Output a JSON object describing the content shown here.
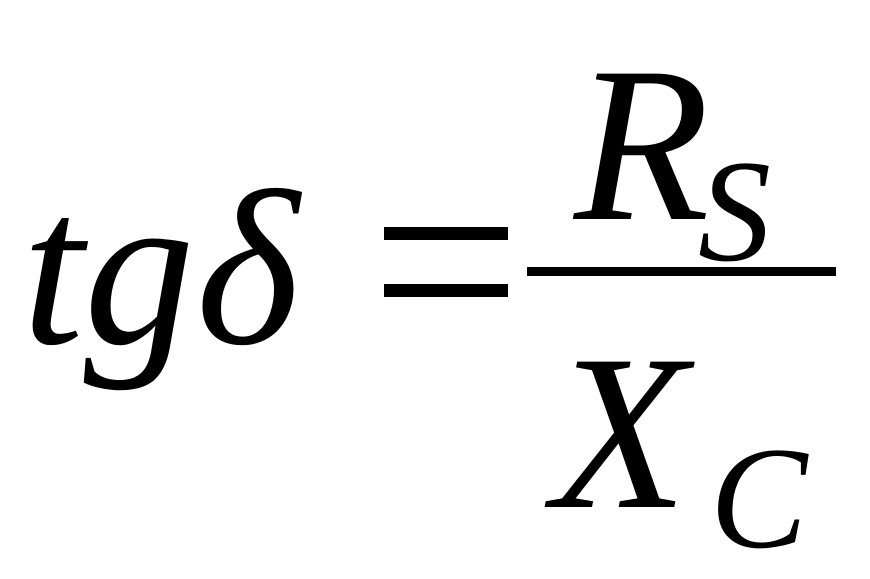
{
  "formula": {
    "lhs_function": "tg",
    "lhs_symbol": "δ",
    "operator": "=",
    "numerator": {
      "symbol": "R",
      "subscript": "S"
    },
    "denominator": {
      "symbol": "X",
      "subscript": "C"
    }
  }
}
